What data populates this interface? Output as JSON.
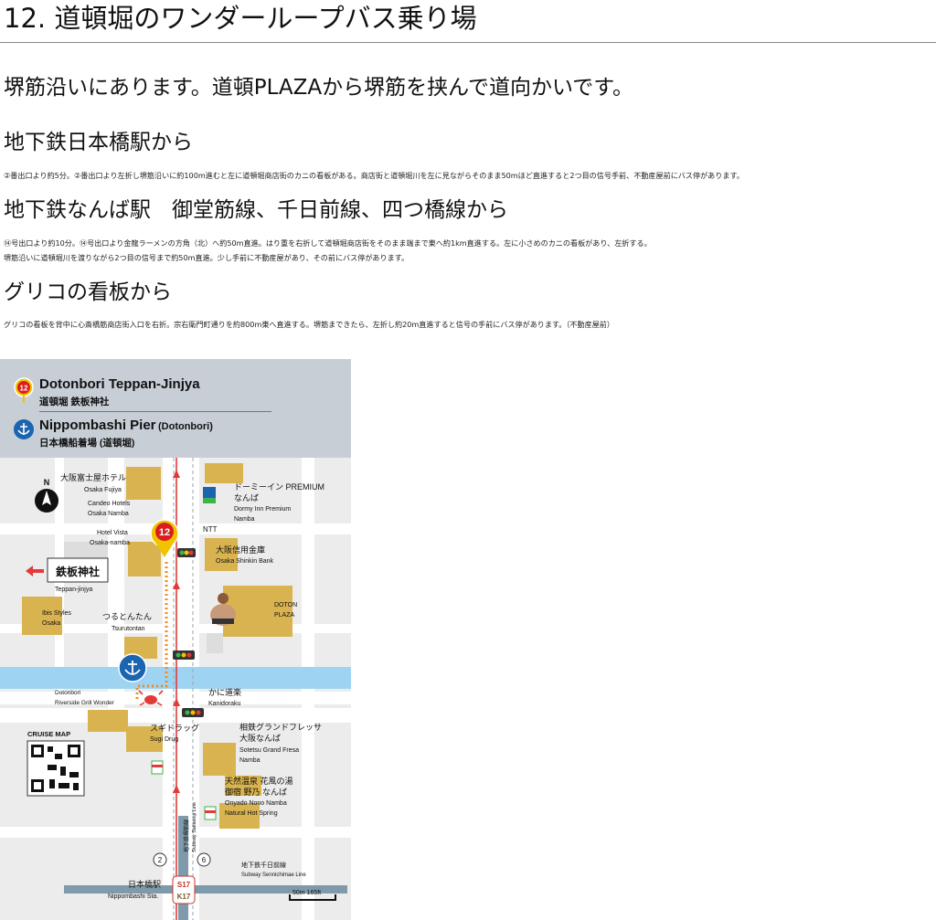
{
  "page": {
    "title": "12. 道頓堀のワンダーループバス乗り場",
    "lead": "堺筋沿いにあります。道頓PLAZAから堺筋を挟んで道向かいです。"
  },
  "sections": [
    {
      "heading": "地下鉄日本橋駅から",
      "lines": [
        "②番出口より約5分。②番出口より左折し堺筋沿いに約100m進むと左に道頓堀商店街のカニの看板がある。商店街と道頓堀川を左に見ながらそのまま50mほど直進すると2つ目の信号手前、不動産屋前にバス停があります。"
      ]
    },
    {
      "heading": "地下鉄なんば駅　御堂筋線、千日前線、四つ橋線から",
      "lines": [
        "⑭号出口より約10分。⑭号出口より金龍ラーメンの方角（北）へ約50m直進。はり重を右折して道頓堀商店街をそのまま端まで東へ約1km直進する。左に小さめのカニの看板があり、左折する。",
        "堺筋沿いに道頓堀川を渡りながら2つ目の信号まで約50m直進。少し手前に不動産屋があり、その前にバス停があります。"
      ]
    },
    {
      "heading": "グリコの看板から",
      "lines": [
        "グリコの看板を背中に心斎橋筋商店街入口を右折。宗右衛門町通りを約800m東へ直進する。堺筋まできたら、左折し約20m直進すると信号の手前にバス停があります。（不動産屋前）"
      ]
    }
  ],
  "map": {
    "legend": {
      "stop_number": "12",
      "stop_en": "Dotonbori Teppan-Jinjya",
      "stop_ja": "道頓堀 鉄板神社",
      "pier_en": "Nippombashi Pier",
      "pier_en_sub": "(Dotonbori)",
      "pier_ja": "日本橋船着場 (道頓堀)"
    },
    "north": "N",
    "labels": {
      "fujiya_ja": "大阪富士屋ホテル",
      "fujiya_en": "Osaka Fujiya",
      "candeo_1": "Candeo Hotels",
      "candeo_2": "Osaka Namba",
      "vista_1": "Hotel Vista",
      "vista_2": "Osaka-namba",
      "dormy_ja1": "ドーミーイン PREMIUM",
      "dormy_ja2": "なんば",
      "dormy_en1": "Dormy Inn Premium",
      "dormy_en2": "Namba",
      "ntt": "NTT",
      "shinkin_ja": "大阪信用金庫",
      "shinkin_en": "Osaka Shinkin Bank",
      "teppan_ja": "鉄板神社",
      "teppan_en": "Teppan-jinjya",
      "ibis_1": "Ibis Styles",
      "ibis_2": "Osaka",
      "tsuru_ja": "つるとんたん",
      "tsuru_en": "Tsurutontan",
      "doton_1": "DOTON",
      "doton_2": "PLAZA",
      "riverside_1": "Dotonbori",
      "riverside_2": "Riverside Grill Wonder",
      "kani_ja": "かに道楽",
      "kani_en": "Kanidoraku",
      "cruise": "CRUISE MAP",
      "sugi_ja": "スギドラッグ",
      "sugi_en": "Sugi Drug",
      "sotetsu_ja1": "相鉄グランドフレッサ",
      "sotetsu_ja2": "大阪なんば",
      "sotetsu_en1": "Sotetsu Grand Fresa",
      "sotetsu_en2": "Namba",
      "onsen_ja1": "天然温泉 花風の湯",
      "onsen_ja2": "御宿 野乃 なんば",
      "onsen_en1": "Onyado Nono Namba",
      "onsen_en2": "Natural Hot Spring",
      "sakaisuji_ja": "地下鉄堺筋線",
      "sakaisuji_en": "Subway Sakaisuji Line",
      "sennichimae_ja": "地下鉄千日前線",
      "sennichimae_en": "Subway Sennichimae Line",
      "exit_2": "2",
      "exit_6": "6",
      "station_ja": "日本橋駅",
      "station_en": "Nippombashi Sta.",
      "code_1": "S17",
      "code_2": "K17",
      "scale": "50m 165ft"
    }
  }
}
